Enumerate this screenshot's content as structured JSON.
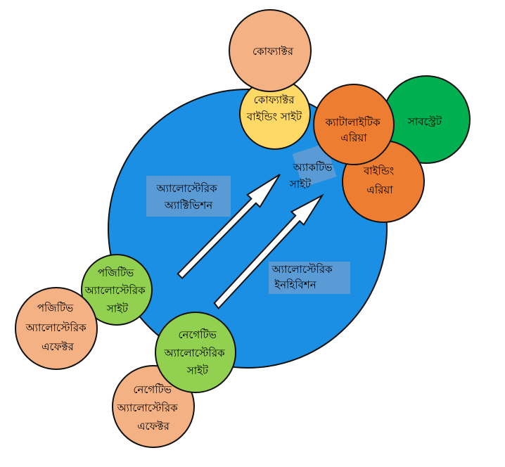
{
  "labels": {
    "cofactor": "কোফ্যাক্টর",
    "cofactor_site_1": "কোফ্যাক্টর",
    "cofactor_site_2": "বাইন্ডিং  সাইট",
    "catalytic_1": "ক্যাটালাইটিক",
    "catalytic_2": "এরিয়া",
    "substrate": "সাবস্ট্রেট",
    "binding_1": "বাইন্ডিং",
    "binding_2": "এরিয়া",
    "active_site_1": "অ্যাকটিভ",
    "active_site_2": "সাইট",
    "allo_activation_1": "অ্যালোস্টেরিক",
    "allo_activation_2": "অ্যাক্টিভিশন",
    "allo_inhibition_1": "অ্যালোস্টেরিক",
    "allo_inhibition_2": "ইনহিবিশন",
    "pos_site_1": "পজিটিভ",
    "pos_site_2": "অ্যালোস্টেরিক",
    "pos_site_3": "সাইট",
    "pos_effector_1": "পজিটিভ",
    "pos_effector_2": "অ্যালোস্টেরিক",
    "pos_effector_3": "এফেক্টর",
    "neg_site_1": "নেগেটিভ",
    "neg_site_2": "অ্যালোস্টেরিক",
    "neg_site_3": "সাইট",
    "neg_effector_1": "নেগেটিভ",
    "neg_effector_2": "অ্যালোস্টেরিক",
    "neg_effector_3": "এফেক্টর"
  },
  "colors": {
    "enzyme": "#1a8fe3",
    "label_box": "#5b9bd5",
    "cofactor": "#f4b183",
    "cofactor_site": "#ffd966",
    "catalytic": "#ed7d31",
    "substrate": "#00b050",
    "allosteric_site": "#92d050",
    "effector": "#f4b183"
  }
}
